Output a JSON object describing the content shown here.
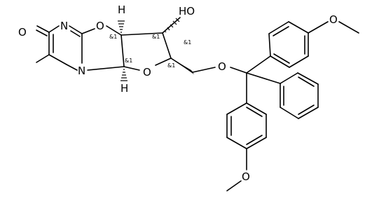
{
  "diagram": {
    "type": "chemical-structure",
    "atom_labels": {
      "ring_oxygen_top": "O",
      "ring_nitrogen_top": "N",
      "ring_nitrogen_bottom": "N",
      "carbonyl_oxygen": "O",
      "hydroxyl": "HO",
      "furanose_oxygen": "O",
      "ether_oxygen": "O",
      "methoxy_top_oxygen": "O",
      "methoxy_bottom_oxygen": "O",
      "hydrogen_top": "H",
      "hydrogen_bottom": "H"
    },
    "stereo_labels": {
      "c1": "&1",
      "c2": "&1",
      "c3": "&1",
      "c4": "&1",
      "c5": "&1"
    }
  }
}
